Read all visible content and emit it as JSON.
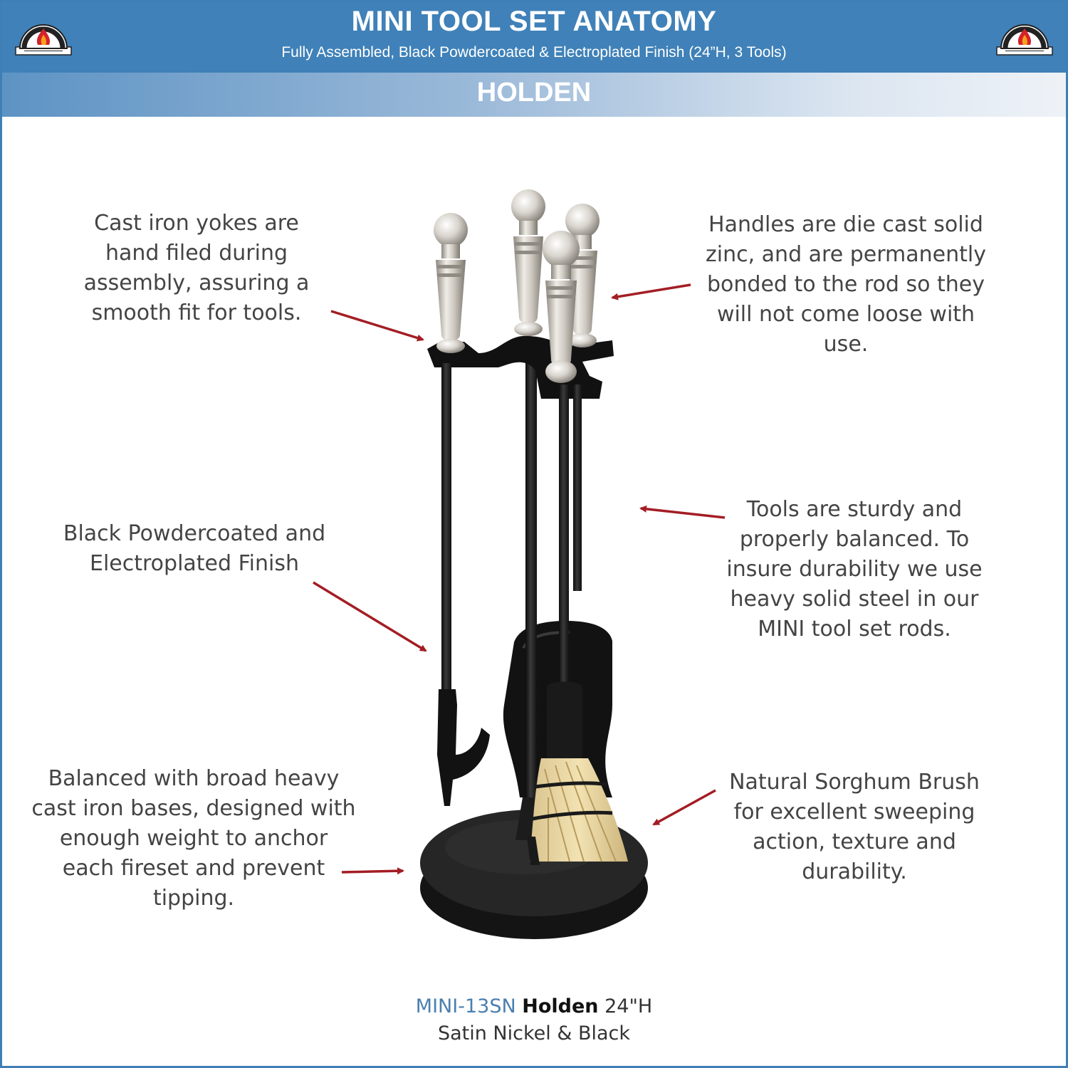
{
  "header": {
    "title": "MINI TOOL SET ANATOMY",
    "subtitle": "Fully Assembled, Black Powdercoated & Electroplated Finish (24”H, 3 Tools)",
    "product_name": "HOLDEN"
  },
  "callouts": {
    "yokes": [
      "Cast iron yokes are",
      "hand filed during",
      "assembly, assuring a",
      "smooth fit for tools."
    ],
    "handles": [
      "Handles are die cast solid",
      "zinc, and are permanently",
      "bonded to the rod so they",
      "will not come loose with",
      "use."
    ],
    "finish": [
      "Black Powdercoated and",
      "Electroplated  Finish"
    ],
    "tools": [
      "Tools are sturdy and",
      "properly balanced. To",
      "insure durability we use",
      "heavy solid steel in our",
      "MINI tool set rods."
    ],
    "base": [
      "Balanced with broad heavy",
      "cast iron bases, designed with",
      "enough weight to anchor",
      "each fireset and prevent",
      "tipping."
    ],
    "brush": [
      "Natural Sorghum Brush",
      "for excellent sweeping",
      "action, texture and",
      "durability."
    ]
  },
  "caption": {
    "model": "MINI-13SN",
    "name": "Holden",
    "height": "24\"H",
    "finish": "Satin Nickel & Black"
  },
  "colors": {
    "header_blue": "#3f81b8",
    "arrow_red": "#a31d24",
    "text_gray": "#444444",
    "model_blue": "#4a7fb0"
  },
  "icons": {
    "logo": "minuteman-international-logo"
  }
}
